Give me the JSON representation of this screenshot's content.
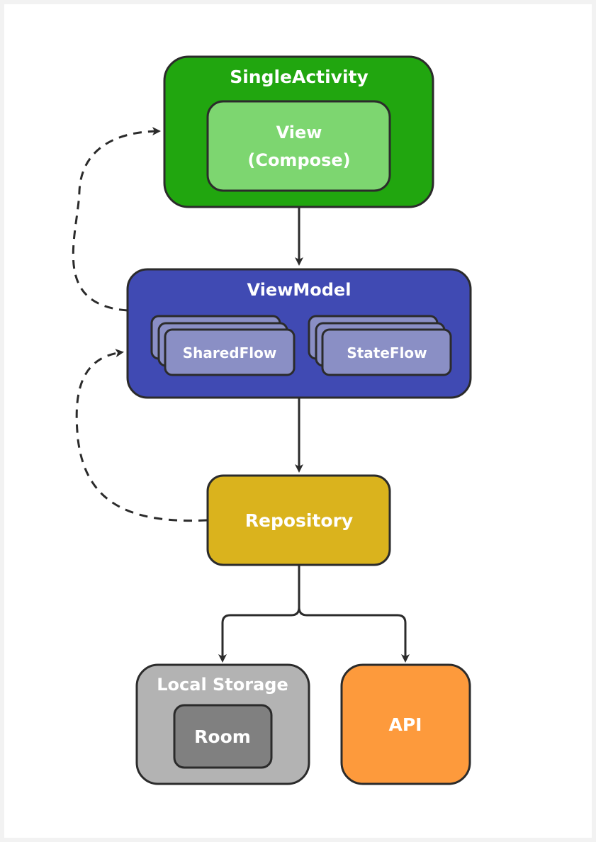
{
  "nodes": {
    "single_activity": {
      "label": "SingleActivity",
      "color": "#21a60f"
    },
    "view": {
      "line1": "View",
      "line2": "(Compose)",
      "color": "#7dd670"
    },
    "viewmodel": {
      "label": "ViewModel",
      "color": "#404ab3"
    },
    "shared_flow": {
      "label": "SharedFlow",
      "color": "#8a8fc5"
    },
    "state_flow": {
      "label": "StateFlow",
      "color": "#8a8fc5"
    },
    "repository": {
      "label": "Repository",
      "color": "#dab31d"
    },
    "local_storage": {
      "label": "Local Storage",
      "color": "#b3b3b3"
    },
    "room": {
      "label": "Room",
      "color": "#808080"
    },
    "api": {
      "label": "API",
      "color": "#fd9a3c"
    }
  },
  "colors": {
    "stroke": "#2b2b2b",
    "label_text": "#ffffff"
  }
}
